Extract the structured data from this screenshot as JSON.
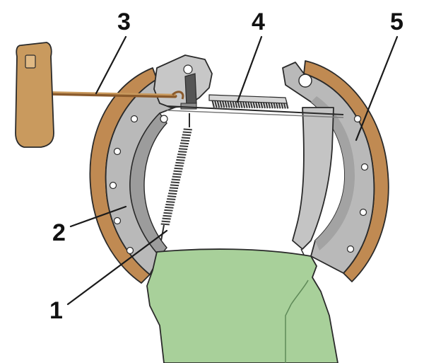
{
  "callouts": [
    {
      "id": "1",
      "label": "1"
    },
    {
      "id": "2",
      "label": "2"
    },
    {
      "id": "3",
      "label": "3"
    },
    {
      "id": "4",
      "label": "4"
    },
    {
      "id": "5",
      "label": "5"
    }
  ],
  "colors": {
    "lining": "#c08a52",
    "lining_dark": "#8a5a2c",
    "shoe": "#b9b9b9",
    "shoe_dark": "#8e8e8e",
    "hub": "#a8d09a",
    "hub_dark": "#5f8a58",
    "tool": "#c99a5e",
    "spring": "#3a3a3a",
    "ink": "#1a1a1a"
  }
}
